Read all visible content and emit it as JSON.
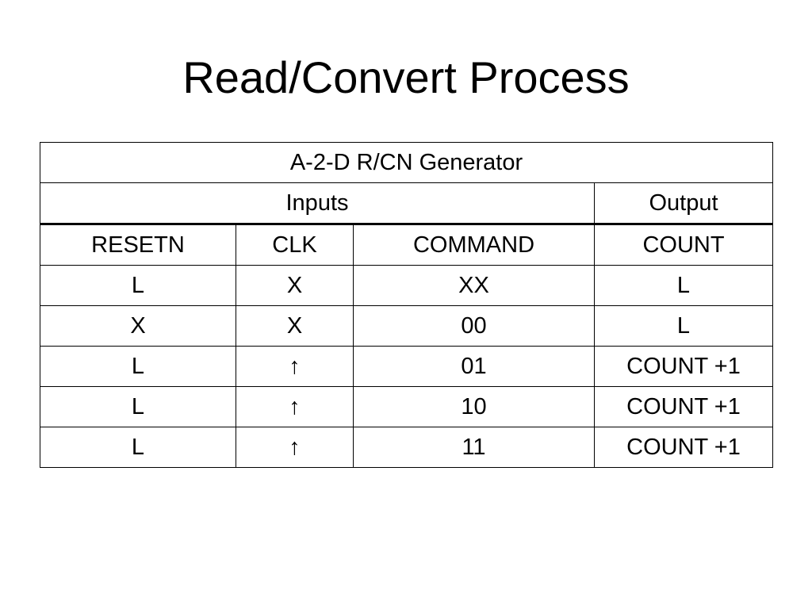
{
  "title": "Read/Convert Process",
  "table": {
    "caption": "A-2-D R/CN Generator",
    "groups": {
      "inputs": "Inputs",
      "output": "Output"
    },
    "headers": [
      "RESETN",
      "CLK",
      "COMMAND",
      "COUNT"
    ],
    "rows": [
      [
        "L",
        "X",
        "XX",
        "L"
      ],
      [
        "X",
        "X",
        "00",
        "L"
      ],
      [
        "L",
        "↑",
        "01",
        "COUNT +1"
      ],
      [
        "L",
        "↑",
        "10",
        "COUNT +1"
      ],
      [
        "L",
        "↑",
        "11",
        "COUNT +1"
      ]
    ]
  }
}
